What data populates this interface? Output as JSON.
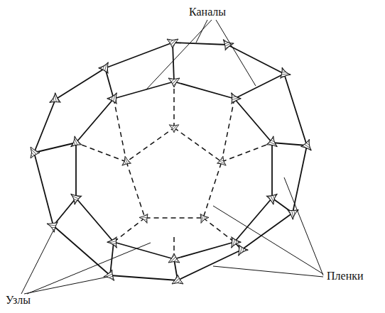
{
  "diagram": {
    "labels": [
      "Каналы",
      "Пленки",
      "Узлы"
    ]
  }
}
